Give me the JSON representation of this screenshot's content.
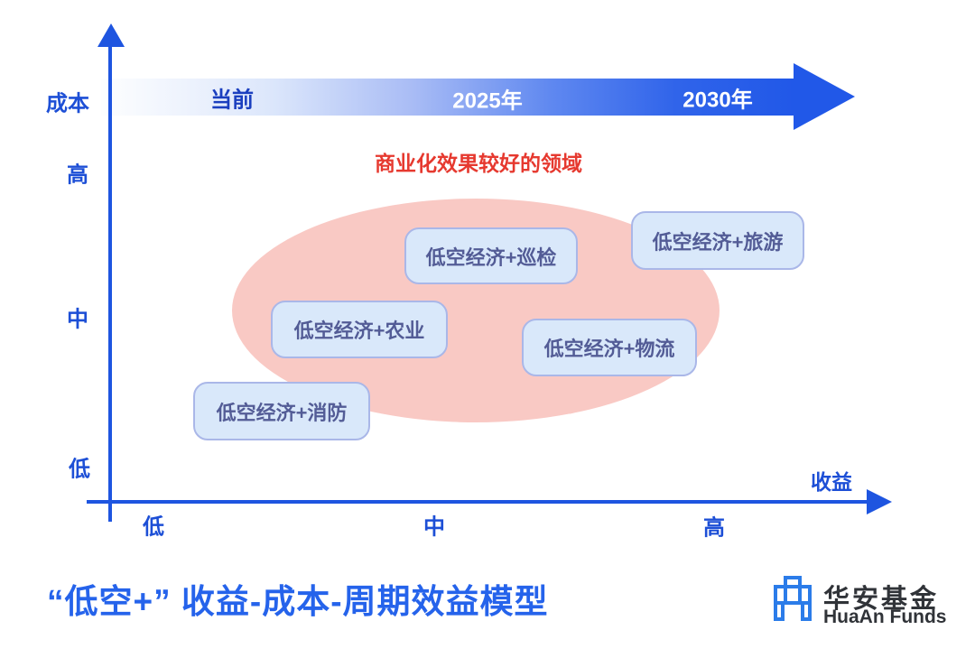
{
  "timeline": {
    "stages": [
      {
        "label": "当前"
      },
      {
        "label": "2025年"
      },
      {
        "label": "2030年"
      }
    ]
  },
  "y_axis": {
    "title": "成本",
    "labels": [
      "高",
      "中",
      "低"
    ]
  },
  "x_axis": {
    "title": "收益",
    "labels": [
      "低",
      "中",
      "高"
    ]
  },
  "highlight": {
    "label": "商业化效果较好的领域"
  },
  "items": [
    {
      "label": "低空经济+巡检"
    },
    {
      "label": "低空经济+旅游"
    },
    {
      "label": "低空经济+农业"
    },
    {
      "label": "低空经济+物流"
    },
    {
      "label": "低空经济+消防"
    }
  ],
  "footer": {
    "title": "“低空+” 收益-成本-周期效益模型"
  },
  "logo": {
    "name_cn": "华安基金",
    "name_en": "HuaAn Funds"
  },
  "colors": {
    "axis_blue": "#1e55e0",
    "title_blue": "#2563eb",
    "timeline_end_blue": "#2158e8",
    "highlight_red": "#e6392f",
    "ellipse_pink": "#f9c9c4",
    "item_fill": "#d9e8fa",
    "item_border": "#aab7e8",
    "item_text": "#535c96",
    "logo_blue": "#2b7ce9"
  }
}
